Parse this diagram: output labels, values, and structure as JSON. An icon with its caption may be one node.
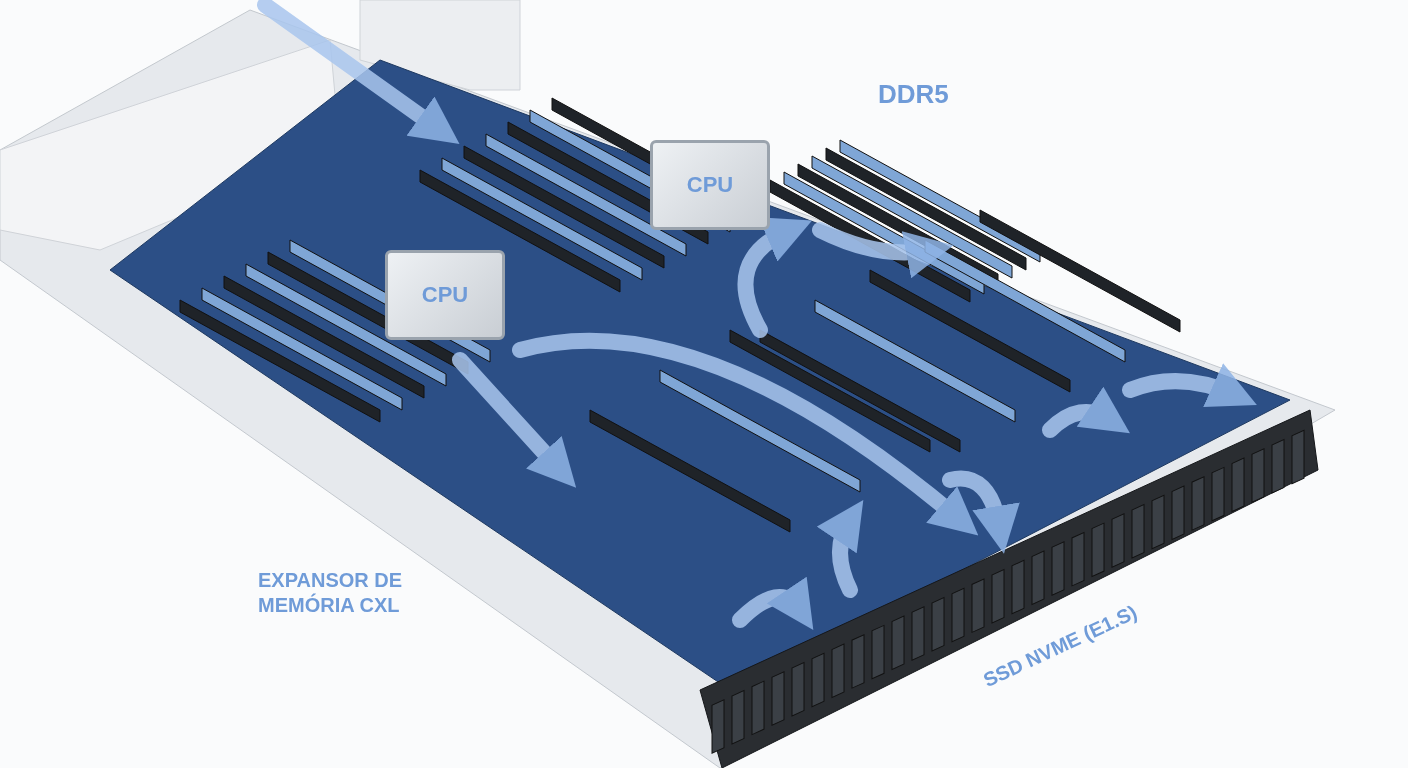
{
  "diagram": {
    "nodes": [
      {
        "text": [
          "CPU"
        ]
      },
      {
        "text": [
          "CPU"
        ]
      }
    ],
    "labels": [
      "DDR5",
      "EXPANSOR DE MEMÓRIA CXL",
      "SSD NVME (E1.S)"
    ]
  }
}
